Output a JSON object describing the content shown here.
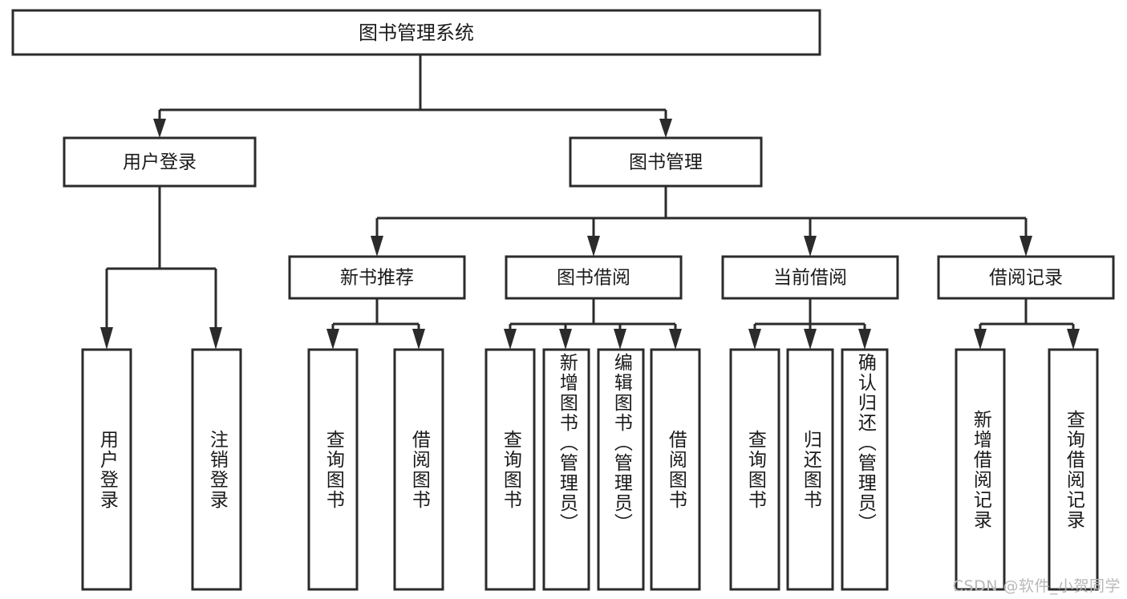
{
  "diagram": {
    "type": "tree",
    "title": "图书管理系统",
    "orientation": "top-down",
    "root": {
      "label": "图书管理系统"
    },
    "level2": [
      {
        "label": "用户登录"
      },
      {
        "label": "图书管理"
      }
    ],
    "level3": [
      {
        "label": "新书推荐"
      },
      {
        "label": "图书借阅"
      },
      {
        "label": "当前借阅"
      },
      {
        "label": "借阅记录"
      }
    ],
    "leaves": {
      "user_login": [
        {
          "label": "用户登录"
        },
        {
          "label": "注销登录"
        }
      ],
      "new_book_recommend": [
        {
          "label": "查询图书"
        },
        {
          "label": "借阅图书"
        }
      ],
      "book_borrow": [
        {
          "label": "查询图书"
        },
        {
          "label": "新增图书（管理员）"
        },
        {
          "label": "编辑图书（管理员）"
        },
        {
          "label": "借阅图书"
        }
      ],
      "current_borrow": [
        {
          "label": "查询图书"
        },
        {
          "label": "归还图书"
        },
        {
          "label": "确认归还（管理员）"
        }
      ],
      "borrow_record": [
        {
          "label": "新增借阅记录"
        },
        {
          "label": "查询借阅记录"
        }
      ]
    }
  },
  "watermark": {
    "text": "CSDN @软件_小贺同学"
  },
  "colors": {
    "stroke": "#2b2b2b",
    "fill": "#ffffff",
    "text": "#1a1a1a",
    "watermark": "#b8b8b8",
    "background": "#ffffff"
  }
}
